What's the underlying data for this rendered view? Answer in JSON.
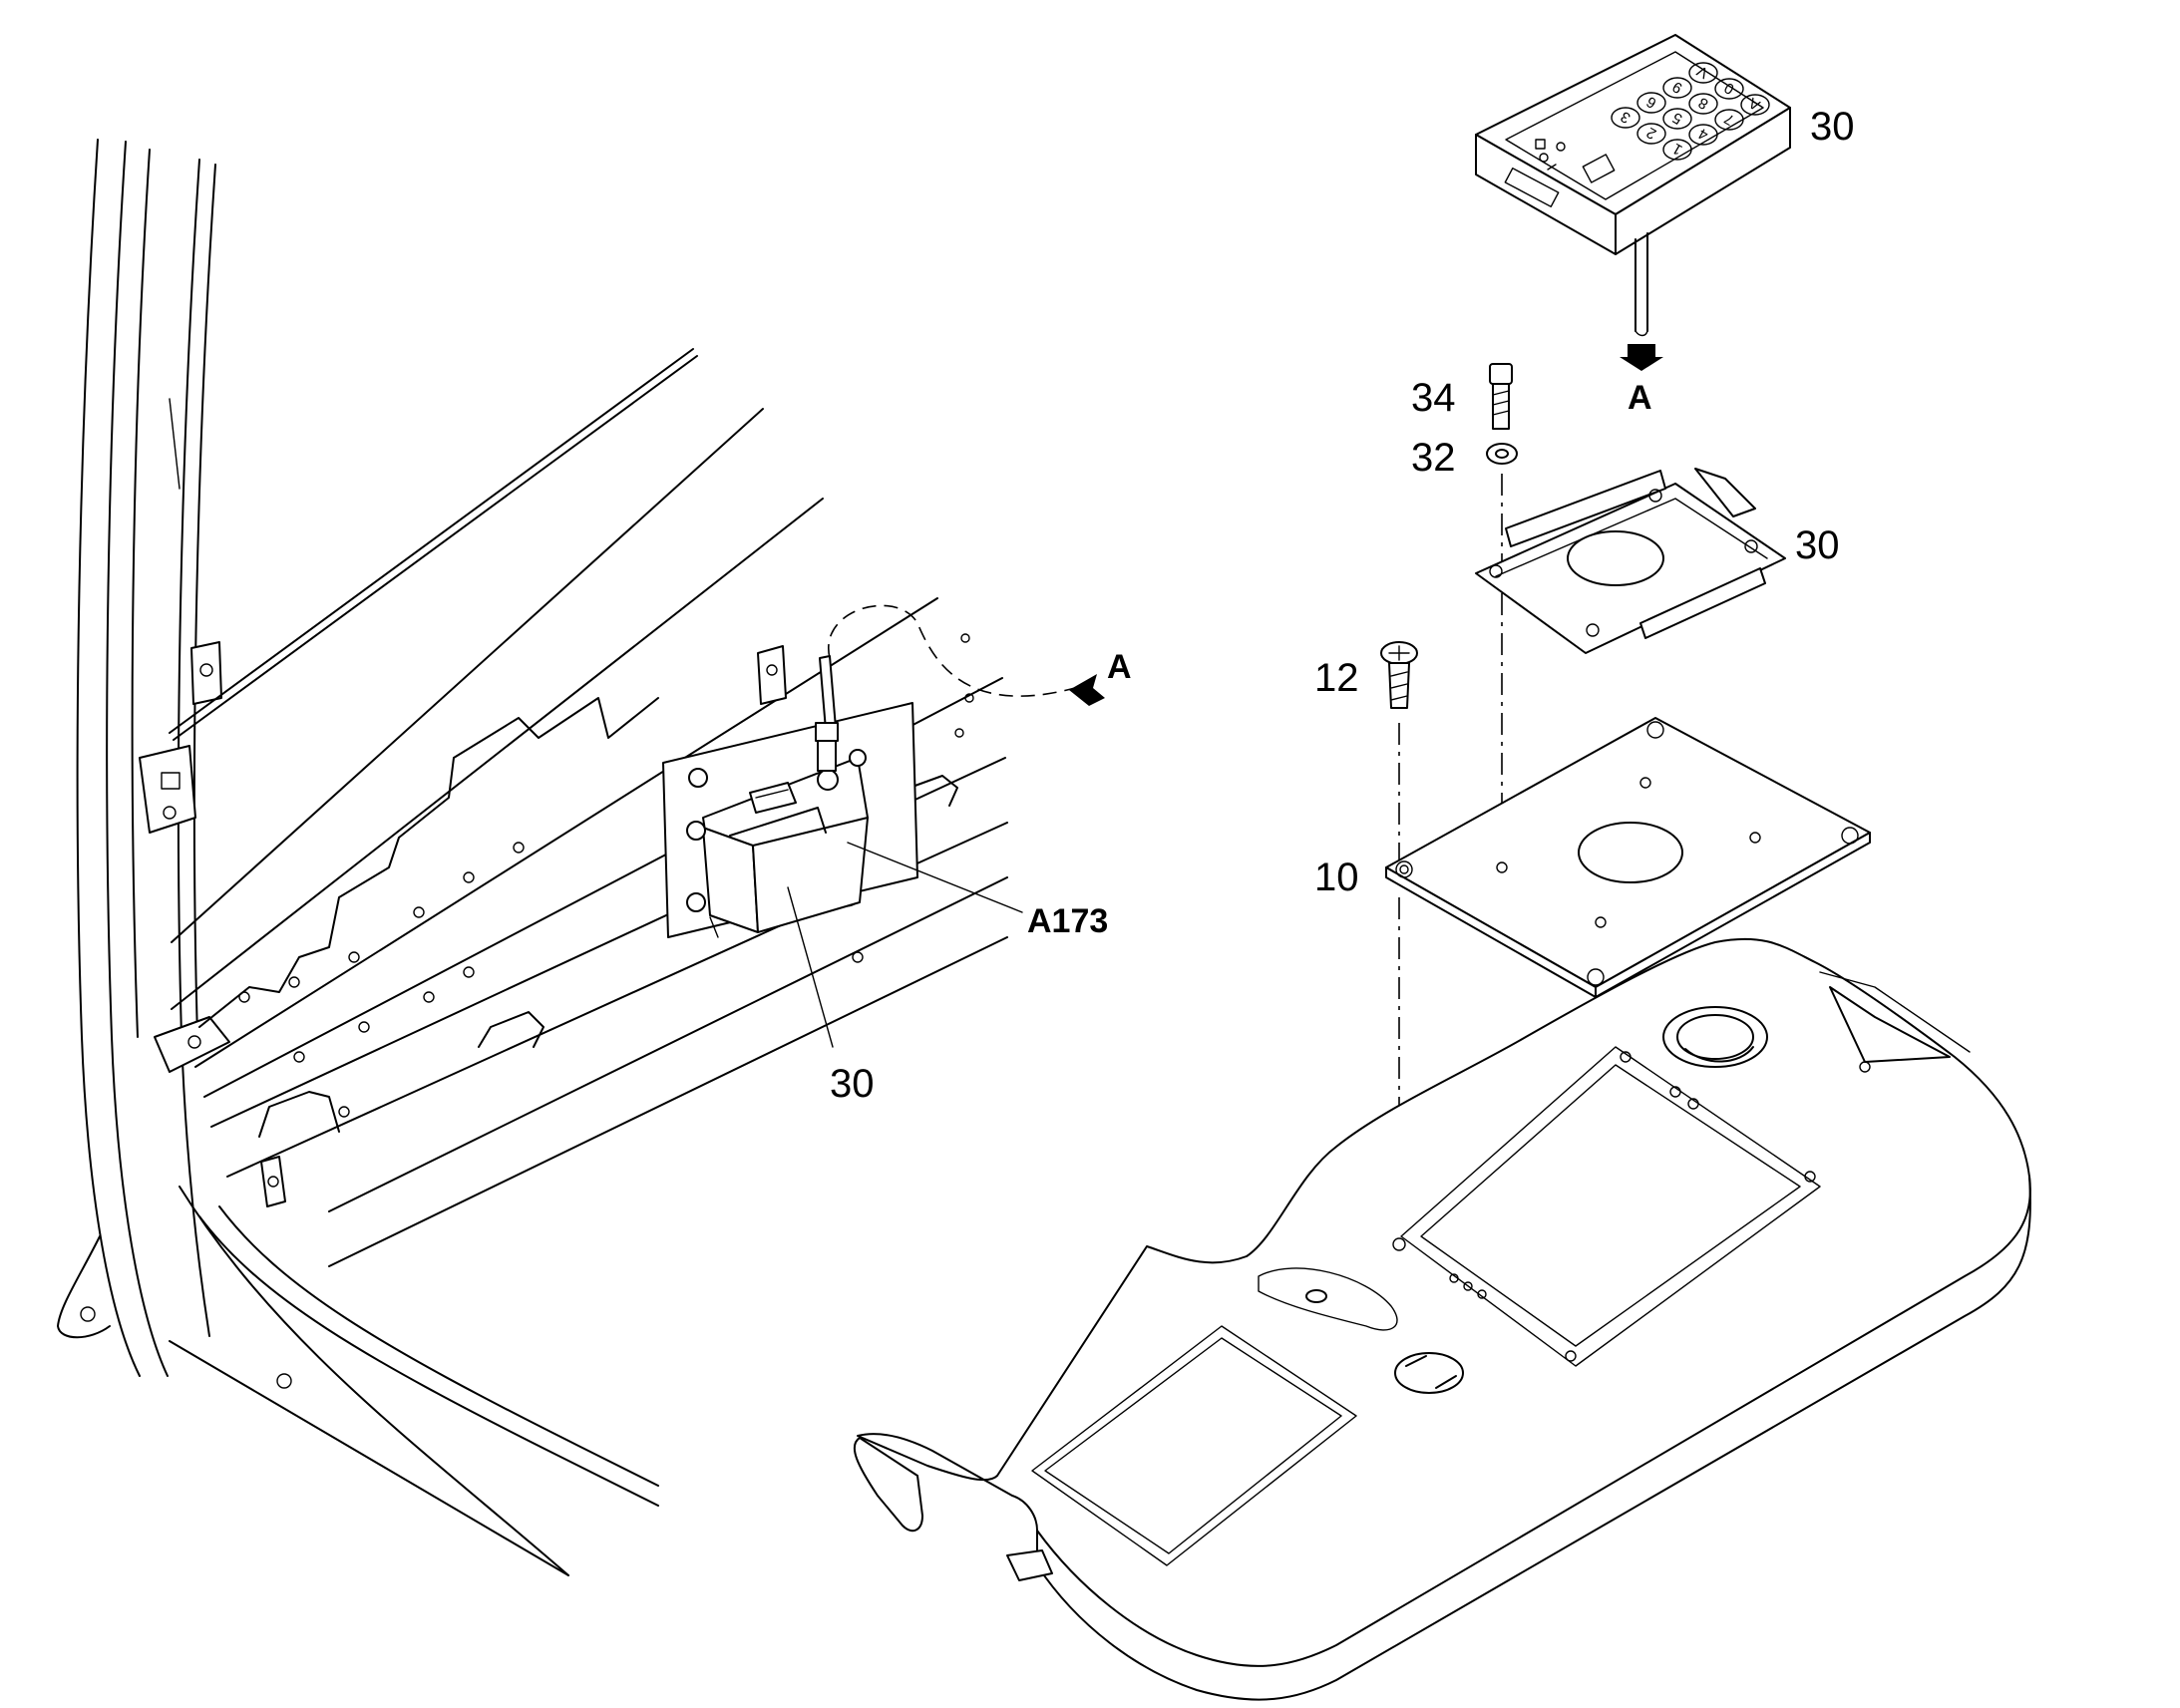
{
  "callouts": {
    "keypad": "30",
    "screw_34": "34",
    "washer_32": "32",
    "bracket": "30",
    "screw_12": "12",
    "plate_10": "10",
    "module_a173": "A173",
    "module_30": "30",
    "arrow_a_top": "A",
    "arrow_a_left": "A"
  },
  "keypad_keys": [
    "1",
    "4",
    "7",
    "A",
    "2",
    "5",
    "8",
    "0",
    "3",
    "6",
    "9",
    "V"
  ],
  "colors": {
    "line": "#000000",
    "background": "#ffffff"
  }
}
